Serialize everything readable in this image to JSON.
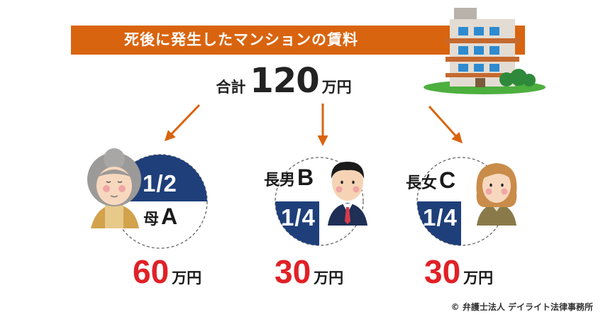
{
  "title": "死後に発生したマンションの賃料",
  "total": {
    "label": "合計",
    "value": "120",
    "unit": "万円"
  },
  "heirs": [
    {
      "name": "母",
      "letter": "A",
      "share": "1/2",
      "amount": "60",
      "unit": "万円"
    },
    {
      "name": "長男",
      "letter": "B",
      "share": "1/4",
      "amount": "30",
      "unit": "万円"
    },
    {
      "name": "長女",
      "letter": "C",
      "share": "1/4",
      "amount": "30",
      "unit": "万円"
    }
  ],
  "copyright": "© 弁護士法人 デイライト法律事務所",
  "colors": {
    "banner": "#d9640f",
    "arrow": "#d9640f",
    "share": "#1f3f7a",
    "amount": "#e02127"
  },
  "icons": [
    "apartment-building-icon",
    "elderly-woman-icon",
    "man-in-suit-icon",
    "woman-icon",
    "arrow-icon"
  ]
}
